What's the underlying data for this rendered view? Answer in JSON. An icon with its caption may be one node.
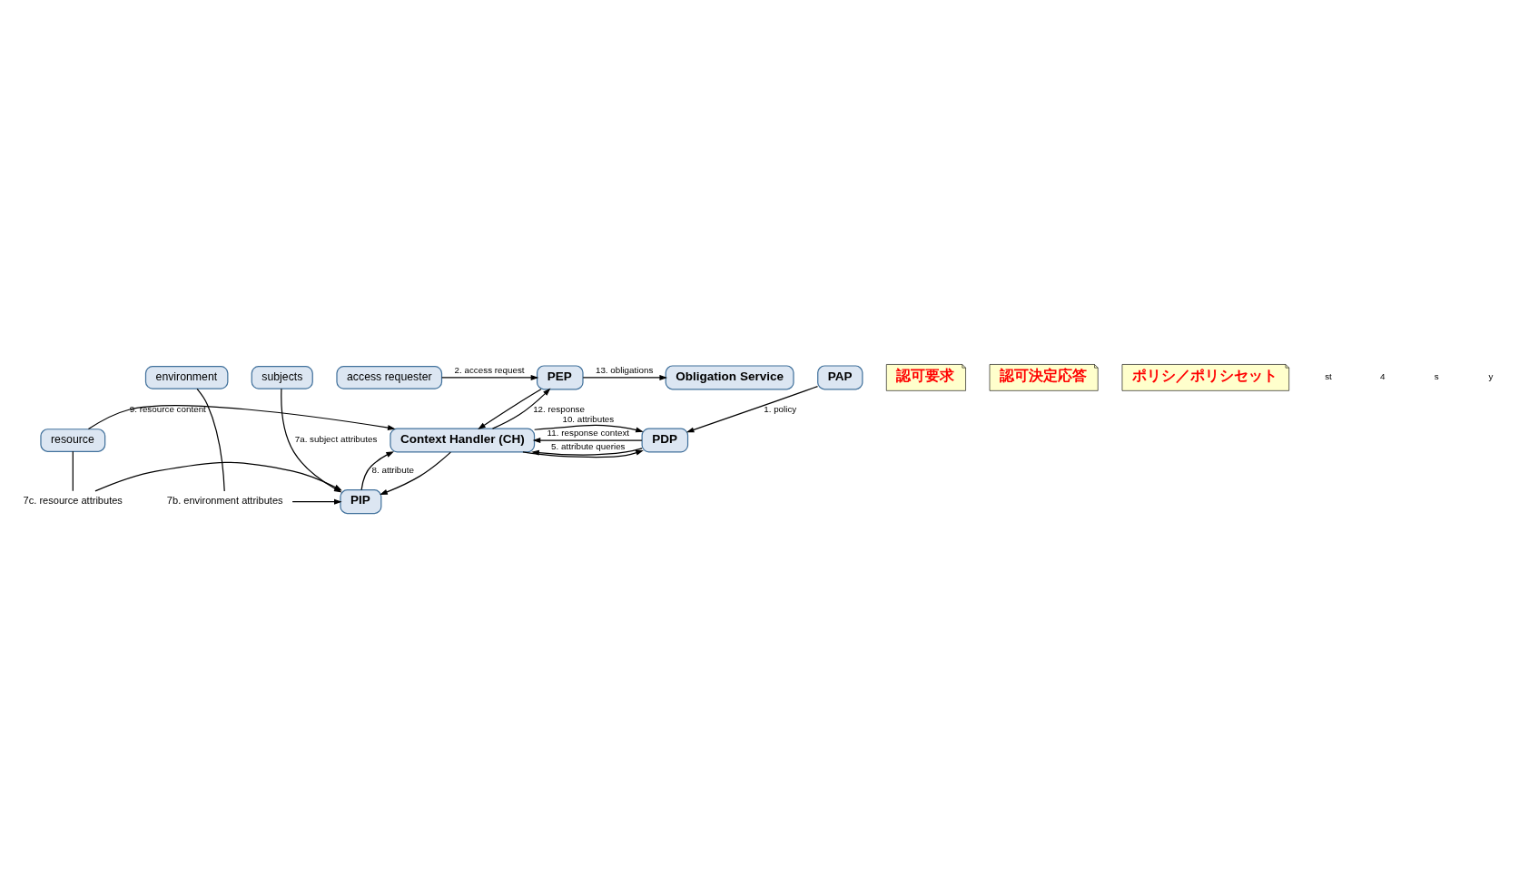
{
  "diagram": {
    "nodes": [
      {
        "text": [
          "access requester"
        ]
      },
      {
        "text": [
          "PEP"
        ]
      },
      {
        "text": [
          "Obligation Service"
        ]
      },
      {
        "text": [
          "PDP"
        ]
      },
      {
        "text": [
          "Context Handler (CH)"
        ]
      },
      {
        "text": [
          "resource"
        ]
      },
      {
        "text": [
          "PIP"
        ]
      },
      {
        "text": [
          "PAP"
        ]
      },
      {
        "text": [
          "subjects"
        ]
      },
      {
        "text": [
          "environment"
        ]
      },
      {
        "text": [
          "認可要求"
        ]
      },
      {
        "text": [
          "認可決定応答"
        ]
      },
      {
        "text": [
          "ポリシ／ポリシセット"
        ]
      },
      {
        "text": [
          "7c. resource attributes"
        ]
      },
      {
        "text": [
          "7b. environment attributes"
        ]
      }
    ],
    "edges": [
      {
        "from": 0,
        "to": 1,
        "arrow": "to",
        "label": "2. access request"
      },
      {
        "from": 1,
        "to": 2,
        "arrow": "to",
        "label": "13. obligations"
      },
      {
        "from": 1,
        "to": 4,
        "arrow": "to"
      },
      {
        "from": 4,
        "to": 1,
        "arrow": "to",
        "label": "12. response"
      },
      {
        "from": 4,
        "to": 3,
        "arrow": "to"
      },
      {
        "from": 3,
        "to": 4,
        "arrow": "to",
        "label": "5. attribute queries"
      },
      {
        "from": 4,
        "to": 3,
        "arrow": "to",
        "label": "10. attributes"
      },
      {
        "from": 3,
        "to": 4,
        "arrow": "to",
        "label": "11. response context"
      },
      {
        "from": 4,
        "to": 6,
        "arrow": "to"
      },
      {
        "from": 6,
        "to": 4,
        "arrow": "to",
        "label": "8. attribute"
      },
      {
        "from": 5,
        "to": 4,
        "arrow": "to",
        "label": "9. resource content"
      },
      {
        "from": 8,
        "to": 6,
        "arrow": "to",
        "label": "7a. subject attributes"
      },
      {
        "from": 7,
        "to": 3,
        "arrow": "to",
        "label": "1. policy"
      },
      {
        "from": 5,
        "to": 13,
        "arrow": "none"
      },
      {
        "from": 13,
        "to": 6,
        "arrow": "to"
      },
      {
        "from": 9,
        "to": 14,
        "arrow": "none"
      },
      {
        "from": 14,
        "to": 6,
        "arrow": "to"
      }
    ],
    "labels": [
      "st",
      "4",
      "s",
      "y"
    ]
  }
}
